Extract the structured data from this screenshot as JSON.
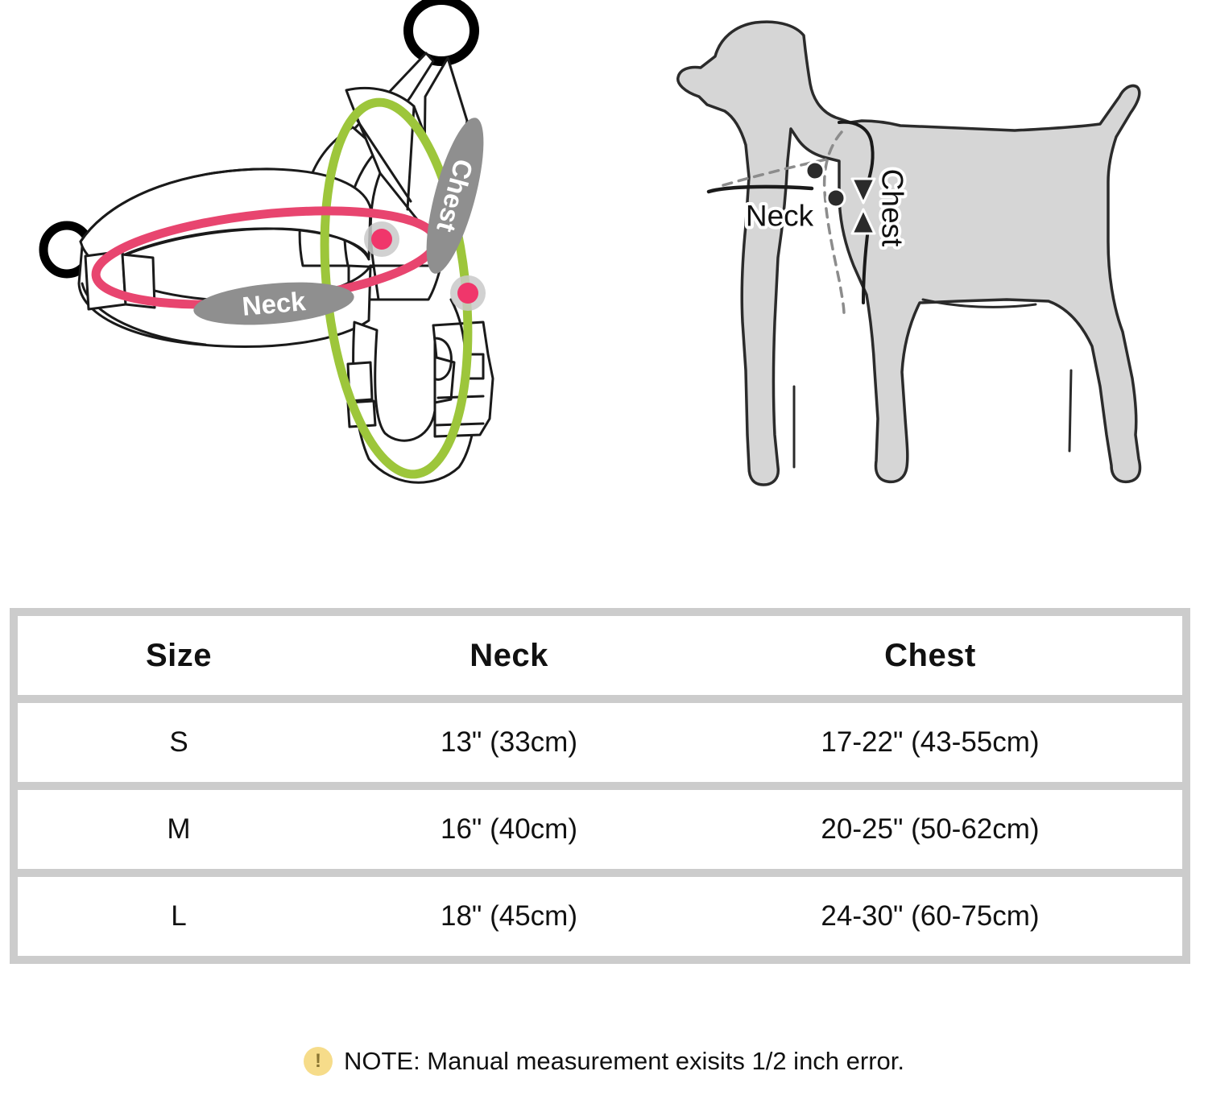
{
  "illustrations": {
    "harness": {
      "name": "dog-harness-measurement-diagram",
      "neck_label": "Neck",
      "chest_label": "Chest",
      "neck_line_color": "#e8456f",
      "chest_line_color": "#9dc63b",
      "label_pill_color": "#8f8f8f",
      "label_text_color": "#ffffff",
      "outline_color": "#1a1a1a"
    },
    "dog": {
      "name": "dog-body-measurement-diagram",
      "neck_label": "Neck",
      "chest_label": "Chest",
      "body_fill": "#d6d6d6",
      "outline_color": "#2b2b2b",
      "marker_color": "#2b2b2b"
    }
  },
  "size_table": {
    "border_color": "#cccccc",
    "cell_background": "#ffffff",
    "headers": {
      "size": "Size",
      "neck": "Neck",
      "chest": "Chest"
    },
    "rows": [
      {
        "size": "S",
        "neck": "13\" (33cm)",
        "chest": "17-22\" (43-55cm)"
      },
      {
        "size": "M",
        "neck": "16\" (40cm)",
        "chest": "20-25\" (50-62cm)"
      },
      {
        "size": "L",
        "neck": "18\" (45cm)",
        "chest": "24-30\" (60-75cm)"
      }
    ]
  },
  "note": {
    "icon": "exclamation-icon",
    "icon_glyph": "!",
    "icon_color": "#f6dc8a",
    "text": "NOTE: Manual measurement exisits 1/2 inch error."
  }
}
